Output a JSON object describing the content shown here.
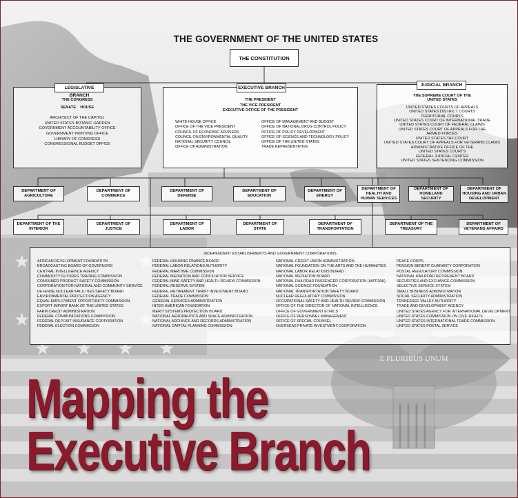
{
  "title": "THE GOVERNMENT OF THE UNITED STATES",
  "constitution": "THE CONSTITUTION",
  "legislative": {
    "header": "LEGISLATIVE BRANCH",
    "lines_bold": [
      "THE CONGRESS",
      "SENATE    HOUSE"
    ],
    "lines": [
      "ARCHITECT OF THE CAPITOL",
      "UNITED STATES BOTANIC GARDEN",
      "GOVERNMENT ACCOUNTABILITY OFFICE",
      "GOVERNMENT PRINTING OFFICE",
      "LIBRARY OF CONGRESS",
      "CONGRESSIONAL BUDGET OFFICE"
    ]
  },
  "executive": {
    "header": "EXECUTIVE BRANCH",
    "lines_bold": [
      "THE PRESIDENT",
      "THE VICE PRESIDENT",
      "EXECUTIVE OFFICE OF THE PRESIDENT"
    ],
    "left": [
      "WHITE HOUSE OFFICE",
      "OFFICE OF THE VICE PRESIDENT",
      "COUNCIL OF ECONOMIC ADVISERS",
      "COUNCIL ON ENVIRONMENTAL QUALITY",
      "NATIONAL SECURITY COUNCIL",
      "OFFICE OF ADMINISTRATION"
    ],
    "right": [
      "OFFICE OF MANAGEMENT AND BUDGET",
      "OFFICE OF NATIONAL DRUG CONTROL POLICY",
      "OFFICE OF POLICY DEVELOPMENT",
      "OFFICE OF SCIENCE AND TECHNOLOGY POLICY",
      "OFFICE OF THE UNITED STATES",
      "TRADE REPRESENTATIVE"
    ]
  },
  "judicial": {
    "header": "JUDICIAL BRANCH",
    "lines_bold": [
      "THE SUPREME COURT OF THE",
      "UNITED STATES"
    ],
    "lines": [
      "UNITED STATES COURTS OF APPEALS",
      "UNITED STATES DISTRICT COURTS",
      "TERRITORIAL COURTS",
      "UNITED STATES COURT OF INTERNATIONAL TRADE",
      "UNITED STATES COURT OF FEDERAL CLAIMS",
      "UNITED STATES COURT OF APPEALS FOR THE",
      "ARMED FORCES",
      "UNITED STATES TAX COURT",
      "UNITED STATES COURT OF APPEALS FOR VETERANS CLAIMS",
      "ADMINISTRATIVE OFFICE OF THE",
      "UNITED STATES COURTS",
      "FEDERAL JUDICIAL CENTER",
      "UNITED STATES SENTENCING COMMISSION"
    ]
  },
  "departments_row1": [
    "DEPARTMENT OF AGRICULTURE",
    "DEPARTMENT OF COMMERCE",
    "DEPARTMENT OF DEFENSE",
    "DEPARTMENT OF EDUCATION",
    "DEPARTMENT OF ENERGY",
    "DEPARTMENT OF HEALTH AND HUMAN SERVICES",
    "DEPARTMENT OF HOMELAND SECURITY",
    "DEPARTMENT OF HOUSING AND URBAN DEVELOPMENT"
  ],
  "departments_row2": [
    "DEPARTMENT OF THE INTERIOR",
    "DEPARTMENT OF JUSTICE",
    "DEPARTMENT OF LABOR",
    "DEPARTMENT OF STATE",
    "DEPARTMENT OF TRANSPORTATION",
    "DEPARTMENT OF THE TREASURY",
    "DEPARTMENT OF VETERANS AFFAIRS"
  ],
  "independent": {
    "header": "INDEPENDENT ESTABLISHMENTS AND GOVERNMENT CORPORATIONS",
    "col1": [
      "AFRICAN DEVELOPMENT FOUNDATION",
      "BROADCASTING BOARD OF GOVERNORS",
      "CENTRAL INTELLIGENCE AGENCY",
      "COMMODITY FUTURES TRADING COMMISSION",
      "CONSUMER PRODUCT SAFETY COMMISSION",
      "CORPORATION FOR NATIONAL AND COMMUNITY SERVICE",
      "DEFENSE NUCLEAR FACILITIES SAFETY BOARD",
      "ENVIRONMENTAL PROTECTION AGENCY",
      "EQUAL EMPLOYMENT OPPORTUNITY COMMISSION",
      "EXPORT-IMPORT BANK OF THE UNITED STATES",
      "FARM CREDIT ADMINISTRATION",
      "FEDERAL COMMUNICATIONS COMMISSION",
      "FEDERAL DEPOSIT INSURANCE CORPORATION",
      "FEDERAL ELECTION COMMISSION"
    ],
    "col2": [
      "FEDERAL HOUSING FINANCE BOARD",
      "FEDERAL LABOR RELATIONS AUTHORITY",
      "FEDERAL MARITIME COMMISSION",
      "FEDERAL MEDIATION AND CONCILIATION SERVICE",
      "FEDERAL MINE SAFETY AND HEALTH REVIEW COMMISSION",
      "FEDERAL RESERVE SYSTEM",
      "FEDERAL RETIREMENT THRIFT INVESTMENT BOARD",
      "FEDERAL TRADE COMMISSION",
      "GENERAL SERVICES ADMINISTRATION",
      "INTER-AMERICAN FOUNDATION",
      "MERIT SYSTEMS PROTECTION BOARD",
      "NATIONAL AERONAUTICS AND SPACE ADMINISTRATION",
      "NATIONAL ARCHIVES AND RECORDS ADMINISTRATION",
      "NATIONAL CAPITAL PLANNING COMMISSION"
    ],
    "col3": [
      "NATIONAL CREDIT UNION ADMINISTRATION",
      "NATIONAL FOUNDATION ON THE ARTS AND THE HUMANITIES",
      "NATIONAL LABOR RELATIONS BOARD",
      "NATIONAL MEDIATION BOARD",
      "NATIONAL RAILROAD PASSENGER CORPORATION (AMTRAK)",
      "NATIONAL SCIENCE FOUNDATION",
      "NATIONAL TRANSPORTATION SAFETY BOARD",
      "NUCLEAR REGULATORY COMMISSION",
      "OCCUPATIONAL SAFETY AND HEALTH REVIEW COMMISSION",
      "OFFICE OF THE DIRECTOR OF NATIONAL INTELLIGENCE",
      "OFFICE OF GOVERNMENT ETHICS",
      "OFFICE OF PERSONNEL MANAGEMENT",
      "OFFICE OF SPECIAL COUNSEL",
      "OVERSEAS PRIVATE INVESTMENT CORPORATION"
    ],
    "col4": [
      "PEACE CORPS",
      "PENSION BENEFIT GUARANTY CORPORATION",
      "POSTAL REGULATORY COMMISSION",
      "NATIONAL RAILROAD RETIREMENT BOARD",
      "SECURITIES AND EXCHANGE COMMISSION",
      "SELECTIVE SERVICE SYSTEM",
      "SMALL BUSINESS ADMINISTRATION",
      "SOCIAL SECURITY ADMINISTRATION",
      "TENNESSEE VALLEY AUTHORITY",
      "TRADE AND DEVELOPMENT AGENCY",
      "UNITED STATES AGENCY FOR INTERNATIONAL DEVELOPMENT",
      "UNITED STATES COMMISSION ON CIVIL RIGHTS",
      "UNITED STATES INTERNATIONAL TRADE COMMISSION",
      "UNITED STATES POSTAL SERVICE"
    ]
  },
  "seal_text": "E PLURIBUS UNUM",
  "headline": [
    "Mapping the",
    "Executive Branch"
  ],
  "colors": {
    "headline": "#8b1b2c",
    "frame": "#7a1f2a"
  }
}
